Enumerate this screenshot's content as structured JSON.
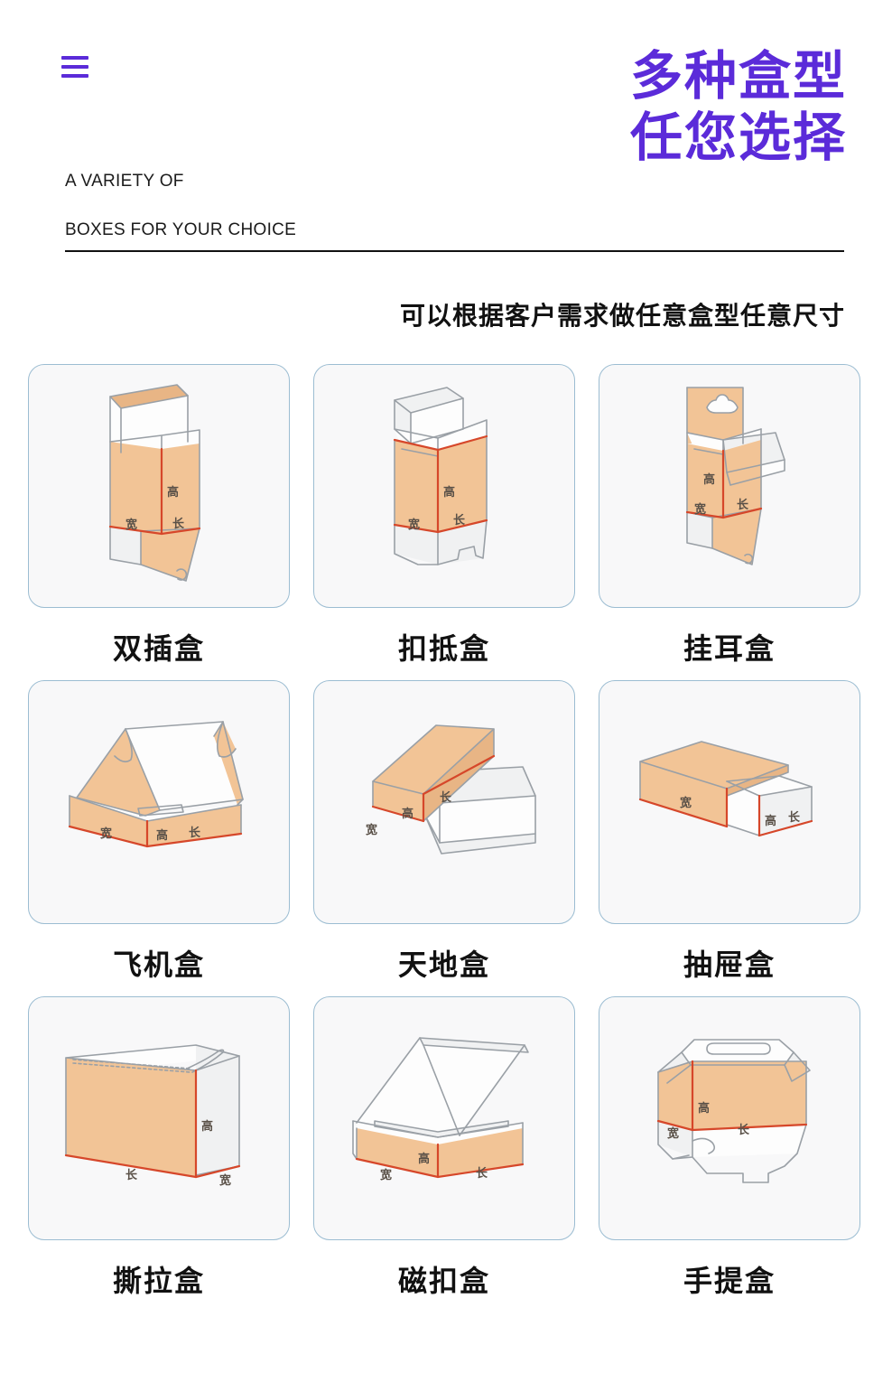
{
  "header": {
    "menu_icon": "hamburger-icon",
    "eyebrow_line1": "A VARIETY OF",
    "eyebrow_line2": "BOXES FOR YOUR CHOICE",
    "headline_line1": "多种盒型",
    "headline_line2": "任您选择",
    "accent_color": "#5B2BD9",
    "divider_color": "#111111"
  },
  "subheading": "可以根据客户需求做任意盒型任意尺寸",
  "dimension_labels": {
    "height": "高",
    "width": "宽",
    "length": "长"
  },
  "colors": {
    "card_border": "#9CBDD2",
    "card_background": "#F8F8F9",
    "box_orange": "#F2C496",
    "box_orange_dark": "#E8B585",
    "box_white": "#FDFDFD",
    "outline_gray": "#9AA0A6",
    "dimension_red": "#D6472A",
    "caption_color": "#111111"
  },
  "boxes": [
    {
      "id": "double-insert-box",
      "label": "双插盒",
      "dims": [
        "高",
        "宽",
        "长"
      ]
    },
    {
      "id": "tuck-bottom-box",
      "label": "扣抵盒",
      "dims": [
        "高",
        "宽",
        "长"
      ]
    },
    {
      "id": "hang-tab-box",
      "label": "挂耳盒",
      "dims": [
        "高",
        "宽",
        "长"
      ]
    },
    {
      "id": "mailer-box",
      "label": "飞机盒",
      "dims": [
        "宽",
        "高",
        "长"
      ]
    },
    {
      "id": "lid-and-base-box",
      "label": "天地盒",
      "dims": [
        "长",
        "高",
        "宽"
      ]
    },
    {
      "id": "drawer-box",
      "label": "抽屉盒",
      "dims": [
        "宽",
        "高",
        "长"
      ]
    },
    {
      "id": "tear-strip-box",
      "label": "撕拉盒",
      "dims": [
        "高",
        "长",
        "宽"
      ]
    },
    {
      "id": "magnetic-box",
      "label": "磁扣盒",
      "dims": [
        "高",
        "宽",
        "长"
      ]
    },
    {
      "id": "handle-box",
      "label": "手提盒",
      "dims": [
        "高",
        "宽",
        "长"
      ]
    }
  ]
}
